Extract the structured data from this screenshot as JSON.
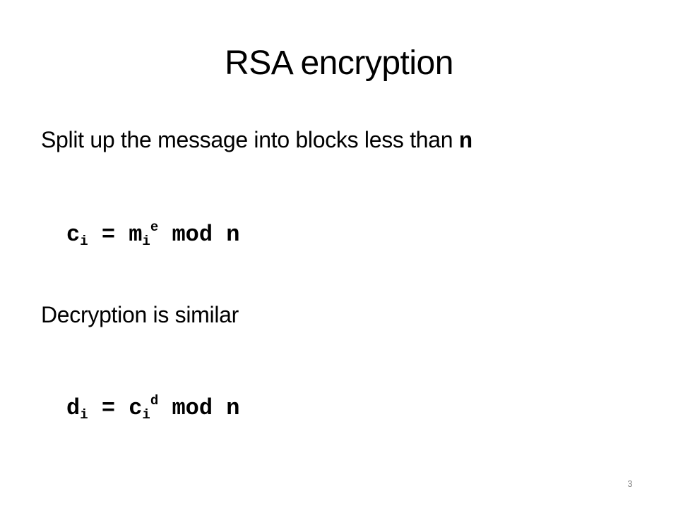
{
  "slide": {
    "title": "RSA encryption",
    "bullets": [
      {
        "text": "Split up the message into blocks less than ",
        "code": "n"
      },
      {
        "text": "Decryption is similar"
      }
    ],
    "formulas": [
      {
        "lhs": "c",
        "lhs_sub": "i",
        "op": " = ",
        "base": "m",
        "base_sub": "i",
        "exp": "e",
        "rest": " mod n"
      },
      {
        "lhs": "d",
        "lhs_sub": "i",
        "op": " = ",
        "base": "c",
        "base_sub": "i",
        "exp": "d",
        "rest": " mod n"
      }
    ],
    "page_number": "3"
  }
}
